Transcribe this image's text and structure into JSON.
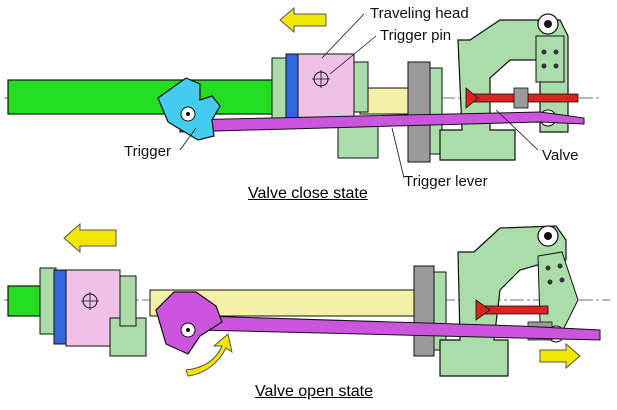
{
  "labels": {
    "traveling_head": "Traveling head",
    "trigger_pin": "Trigger pin",
    "trigger": "Trigger",
    "valve": "Valve",
    "trigger_lever": "Trigger lever"
  },
  "captions": {
    "close_state": "Valve close state",
    "open_state": "Valve open state"
  },
  "colors": {
    "rod": "#22dd22",
    "frame": "#aaddaa",
    "frame_dark": "#88bb88",
    "lever": "#cc55dd",
    "trigger": "#44ccee",
    "head": "#f0c0e8",
    "gear": "#3366dd",
    "arrow": "#f2e600",
    "slide": "#f4f0a8",
    "gray": "#9a9a9a",
    "valve_red": "#dd2222"
  }
}
